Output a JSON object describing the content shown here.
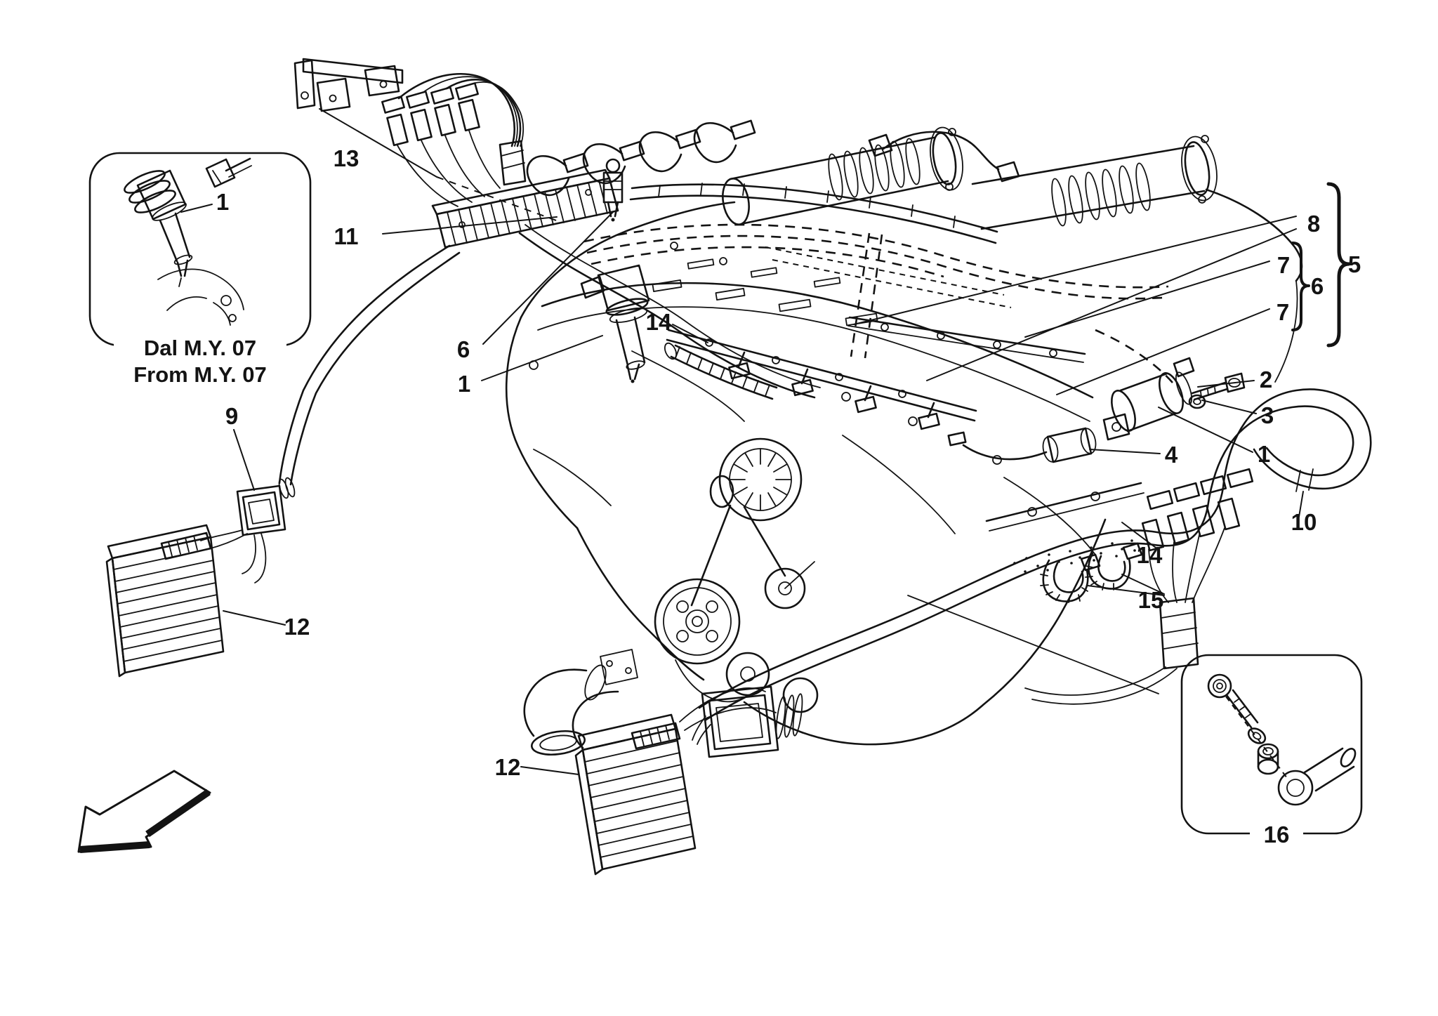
{
  "page": {
    "background": "#ffffff",
    "ink": "#131313",
    "description": "Engine injection - ignition system exploded parts diagram, black line art on white"
  },
  "insets": {
    "top_left": {
      "callout": "1",
      "caption_line1": "Dal M.Y. 07",
      "caption_line2": "From M.Y. 07"
    },
    "bottom_right": {
      "callout": "16"
    }
  },
  "callouts": {
    "bracket": "13",
    "ignition_module": "11",
    "injector": "6",
    "coil_front": "1",
    "fuel_pipe_mid": "14",
    "grommet_left": "9",
    "ecu_left": "12",
    "ecu_bottom": "12",
    "rail_upper": "8",
    "hose_upper": "7",
    "hose_pair_group": "6",
    "hose_lower": "7",
    "rail_assembly_group": "5",
    "bolt": "2",
    "washer": "3",
    "valve": "1",
    "sensor": "4",
    "hose_loop": "10",
    "harness_sheath": "14",
    "cable_clips": "15"
  }
}
